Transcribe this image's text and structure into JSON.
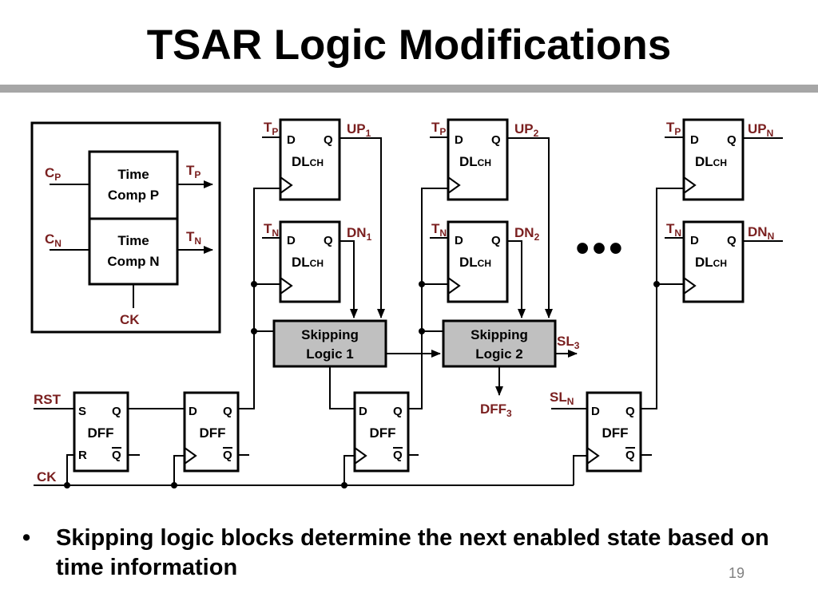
{
  "slide": {
    "title": "TSAR Logic Modifications",
    "bullet_marker": "•",
    "bullet": "Skipping logic blocks determine the next enabled state based on time information",
    "page_number": "19"
  },
  "diagram": {
    "time_comp": {
      "p_line1": "Time",
      "p_line2": "Comp P",
      "n_line1": "Time",
      "n_line2": "Comp N",
      "cp_main": "C",
      "cp_sub": "P",
      "cn_main": "C",
      "cn_sub": "N",
      "tp_main": "T",
      "tp_sub": "P",
      "tn_main": "T",
      "tn_sub": "N",
      "ck": "CK"
    },
    "latch_name": "DL",
    "latch_sub": "CH",
    "pin_d": "D",
    "pin_q": "Q",
    "pin_s": "S",
    "pin_r": "R",
    "dff_name": "DFF",
    "stages": [
      {
        "tp_main": "T",
        "tp_sub": "P",
        "tn_main": "T",
        "tn_sub": "N",
        "up_main": "UP",
        "up_sub": "1",
        "dn_main": "DN",
        "dn_sub": "1"
      },
      {
        "tp_main": "T",
        "tp_sub": "P",
        "tn_main": "T",
        "tn_sub": "N",
        "up_main": "UP",
        "up_sub": "2",
        "dn_main": "DN",
        "dn_sub": "2"
      },
      {
        "tp_main": "T",
        "tp_sub": "P",
        "tn_main": "T",
        "tn_sub": "N",
        "up_main": "UP",
        "up_sub": "N",
        "dn_main": "DN",
        "dn_sub": "N"
      }
    ],
    "skip1_line1": "Skipping",
    "skip1_line2": "Logic 1",
    "skip2_line1": "Skipping",
    "skip2_line2": "Logic 2",
    "sl3_main": "SL",
    "sl3_sub": "3",
    "sln_main": "SL",
    "sln_sub": "N",
    "dff3_main": "DFF",
    "dff3_sub": "3",
    "rst": "RST",
    "ck": "CK",
    "ellipsis": "•••"
  }
}
